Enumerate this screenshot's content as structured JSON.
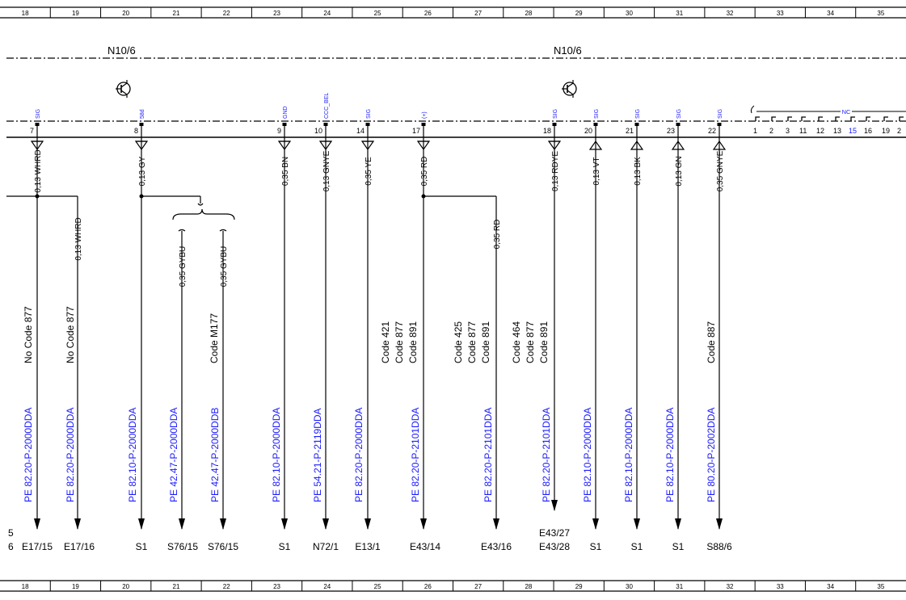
{
  "grid_columns": [
    "18",
    "19",
    "20",
    "21",
    "22",
    "23",
    "24",
    "25",
    "26",
    "27",
    "28",
    "29",
    "30",
    "31",
    "32",
    "33",
    "34",
    "35"
  ],
  "modules": [
    {
      "label": "N10/6"
    },
    {
      "label": "N10/6"
    }
  ],
  "nc_group": {
    "label": "NC",
    "pins": [
      "1",
      "2",
      "3",
      "11",
      "12",
      "13",
      "15",
      "16",
      "19",
      "2"
    ]
  },
  "highlight_color": "#1a1aff",
  "wires": [
    {
      "pin": "7",
      "signal": "SIG",
      "wire": "0,13 WHRD",
      "dir": "down"
    },
    {
      "pin": "8",
      "signal": "58d",
      "wire": "0,13 GY",
      "dir": "down"
    },
    {
      "pin": "9",
      "signal": "GND",
      "wire": "0,35 BN",
      "dir": "down"
    },
    {
      "pin": "10",
      "signal": "CCC_BEL",
      "wire": "0,13 GNYE",
      "dir": "down"
    },
    {
      "pin": "14",
      "signal": "SIG",
      "wire": "0,35 YE",
      "dir": "down"
    },
    {
      "pin": "17",
      "signal": "(+)",
      "wire": "0,35 RD",
      "dir": "down"
    },
    {
      "pin": "18",
      "signal": "SIG",
      "wire": "0,13 RDYE",
      "dir": "down"
    },
    {
      "pin": "20",
      "signal": "SIG",
      "wire": "0,13 VT",
      "dir": "up"
    },
    {
      "pin": "21",
      "signal": "SIG",
      "wire": "0,13 BK",
      "dir": "up"
    },
    {
      "pin": "23",
      "signal": "SIG",
      "wire": "0,13 GN",
      "dir": "up"
    },
    {
      "pin": "22",
      "signal": "SIG",
      "wire": "0,35 GNYE",
      "dir": "up"
    }
  ],
  "branch_wires": [
    {
      "wire": "0,13 WHRD"
    },
    {
      "wire": "0,35 GYBU"
    },
    {
      "wire": "0,35 GYBU"
    },
    {
      "wire": "0,35 RD"
    }
  ],
  "codes": [
    {
      "lines": [
        "No  Code 877"
      ]
    },
    {
      "lines": [
        "No  Code 877"
      ]
    },
    {
      "lines": [
        "Code M177"
      ]
    },
    {
      "lines": [
        "Code 421",
        "Code 877",
        "Code 891"
      ]
    },
    {
      "lines": [
        "Code 425",
        "Code 877",
        "Code 891"
      ]
    },
    {
      "lines": [
        "Code 464",
        "Code 877",
        "Code 891"
      ]
    },
    {
      "lines": [
        "Code 887"
      ]
    }
  ],
  "references": [
    "PE 82.20-P-2000DDA",
    "PE 82.20-P-2000DDA",
    "PE 82.10-P-2000DDA",
    "PE 42.47-P-2000DDA",
    "PE 42.47-P-2000DDB",
    "PE 82.10-P-2000DDA",
    "PE 54.21-P-2119DDA",
    "PE 82.20-P-2000DDA",
    "PE 82.20-P-2101DDA",
    "PE 82.20-P-2101DDA",
    "PE 82.20-P-2101DDA",
    "PE 82.10-P-2000DDA",
    "PE 82.10-P-2000DDA",
    "PE 82.10-P-2000DDA",
    "PE 80.20-P-2002DDA"
  ],
  "destinations": [
    [
      "5",
      "6"
    ],
    [
      "E17/15"
    ],
    [
      "E17/16"
    ],
    [
      "S1"
    ],
    [
      "S76/15"
    ],
    [
      "S76/15"
    ],
    [
      "S1"
    ],
    [
      "N72/1"
    ],
    [
      "E13/1"
    ],
    [
      "E43/14"
    ],
    [
      "E43/16"
    ],
    [
      "E43/27",
      "E43/28"
    ],
    [
      "S1"
    ],
    [
      "S1"
    ],
    [
      "S1"
    ],
    [
      "S88/6"
    ]
  ]
}
